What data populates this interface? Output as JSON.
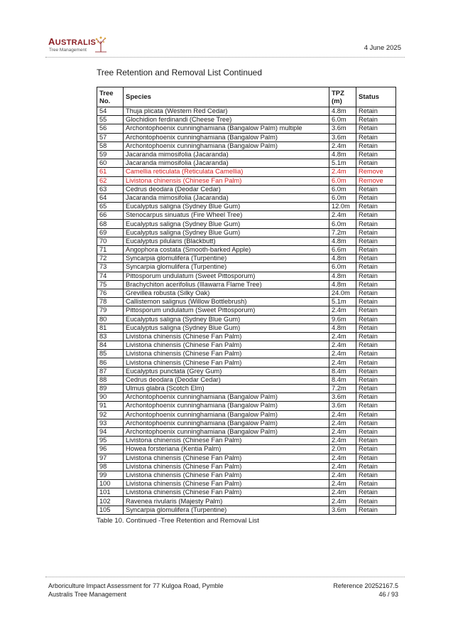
{
  "header": {
    "logo_title_cap": "A",
    "logo_title_rest": "USTRALIS",
    "logo_subtitle": "Tree Management",
    "date": "4 June 2025"
  },
  "section_title": "Tree Retention and Removal List Continued",
  "table": {
    "headers": {
      "tree_no_line1": "Tree",
      "tree_no_line2": "No.",
      "species": "Species",
      "tpz_line1": "TPZ",
      "tpz_line2": "(m)",
      "status": "Status"
    },
    "rows": [
      {
        "no": "54",
        "species": "Thuja plicata (Western Red Cedar)",
        "tpz": "4.8m",
        "status": "Retain"
      },
      {
        "no": "55",
        "species": "Glochidion ferdinandi (Cheese Tree)",
        "tpz": "6.0m",
        "status": "Retain"
      },
      {
        "no": "56",
        "species": "Archontophoenix cunninghamiana (Bangalow Palm) multiple",
        "tpz": "3.6m",
        "status": "Retain"
      },
      {
        "no": "57",
        "species": "Archontophoenix cunninghamiana (Bangalow Palm)",
        "tpz": "3.6m",
        "status": "Retain"
      },
      {
        "no": "58",
        "species": "Archontophoenix cunninghamiana (Bangalow Palm)",
        "tpz": "2.4m",
        "status": "Retain"
      },
      {
        "no": "59",
        "species": "Jacaranda mimosifolia (Jacaranda)",
        "tpz": "4.8m",
        "status": "Retain"
      },
      {
        "no": "60",
        "species": "Jacaranda mimosifolia (Jacaranda)",
        "tpz": "5.1m",
        "status": "Retain"
      },
      {
        "no": "61",
        "species": "Camellia reticulata (Reticulata Camellia)",
        "tpz": "2.4m",
        "status": "Remove"
      },
      {
        "no": "62",
        "species": "Livistona chinensis (Chinese Fan Palm)",
        "tpz": "6.0m",
        "status": "Remove"
      },
      {
        "no": "63",
        "species": "Cedrus deodara (Deodar Cedar)",
        "tpz": "6.0m",
        "status": "Retain"
      },
      {
        "no": "64",
        "species": "Jacaranda mimosifolia (Jacaranda)",
        "tpz": "6.0m",
        "status": "Retain"
      },
      {
        "no": "65",
        "species": "Eucalyptus saligna (Sydney Blue Gum)",
        "tpz": "12.0m",
        "status": "Retain"
      },
      {
        "no": "66",
        "species": "Stenocarpus sinuatus (Fire Wheel Tree)",
        "tpz": "2.4m",
        "status": "Retain"
      },
      {
        "no": "68",
        "species": "Eucalyptus saligna (Sydney Blue Gum)",
        "tpz": "6.0m",
        "status": "Retain"
      },
      {
        "no": "69",
        "species": "Eucalyptus saligna (Sydney Blue Gum)",
        "tpz": "7.2m",
        "status": "Retain"
      },
      {
        "no": "70",
        "species": "Eucalyptus pilularis (Blackbutt)",
        "tpz": "4.8m",
        "status": "Retain"
      },
      {
        "no": "71",
        "species": "Angophora costata (Smooth-barked Apple)",
        "tpz": "6.6m",
        "status": "Retain"
      },
      {
        "no": "72",
        "species": "Syncarpia glomulifera (Turpentine)",
        "tpz": "4.8m",
        "status": "Retain"
      },
      {
        "no": "73",
        "species": "Syncarpia glomulifera (Turpentine)",
        "tpz": "6.0m",
        "status": "Retain"
      },
      {
        "no": "74",
        "species": "Pittosporum undulatum (Sweet Pittosporum)",
        "tpz": "4.8m",
        "status": "Retain"
      },
      {
        "no": "75",
        "species": "Brachychiton acerifolius (Illawarra Flame Tree)",
        "tpz": "4.8m",
        "status": "Retain"
      },
      {
        "no": "76",
        "species": "Grevillea robusta (Silky Oak)",
        "tpz": "24.0m",
        "status": "Retain"
      },
      {
        "no": "78",
        "species": "Callistemon salignus (Willow Bottlebrush)",
        "tpz": "5.1m",
        "status": "Retain"
      },
      {
        "no": "79",
        "species": "Pittosporum undulatum (Sweet Pittosporum)",
        "tpz": "2.4m",
        "status": "Retain"
      },
      {
        "no": "80",
        "species": "Eucalyptus saligna (Sydney Blue Gum)",
        "tpz": "9.6m",
        "status": "Retain"
      },
      {
        "no": "81",
        "species": "Eucalyptus saligna (Sydney Blue Gum)",
        "tpz": "4.8m",
        "status": "Retain"
      },
      {
        "no": "83",
        "species": "Livistona chinensis (Chinese Fan Palm)",
        "tpz": "2.4m",
        "status": "Retain"
      },
      {
        "no": "84",
        "species": "Livistona chinensis (Chinese Fan Palm)",
        "tpz": "2.4m",
        "status": "Retain"
      },
      {
        "no": "85",
        "species": "Livistona chinensis (Chinese Fan Palm)",
        "tpz": "2.4m",
        "status": "Retain"
      },
      {
        "no": "86",
        "species": "Livistona chinensis (Chinese Fan Palm)",
        "tpz": "2.4m",
        "status": "Retain"
      },
      {
        "no": "87",
        "species": "Eucalyptus punctata (Grey Gum)",
        "tpz": "8.4m",
        "status": "Retain"
      },
      {
        "no": "88",
        "species": "Cedrus deodara (Deodar Cedar)",
        "tpz": "8.4m",
        "status": "Retain"
      },
      {
        "no": "89",
        "species": "Ulmus glabra (Scotch Elm)",
        "tpz": "7.2m",
        "status": "Retain"
      },
      {
        "no": "90",
        "species": "Archontophoenix cunninghamiana (Bangalow Palm)",
        "tpz": "3.6m",
        "status": "Retain"
      },
      {
        "no": "91",
        "species": "Archontophoenix cunninghamiana (Bangalow Palm)",
        "tpz": "3.6m",
        "status": "Retain"
      },
      {
        "no": "92",
        "species": "Archontophoenix cunninghamiana (Bangalow Palm)",
        "tpz": "2.4m",
        "status": "Retain"
      },
      {
        "no": "93",
        "species": "Archontophoenix cunninghamiana (Bangalow Palm)",
        "tpz": "2.4m",
        "status": "Retain"
      },
      {
        "no": "94",
        "species": "Archontophoenix cunninghamiana (Bangalow Palm)",
        "tpz": "2.4m",
        "status": "Retain"
      },
      {
        "no": "95",
        "species": "Livistona chinensis (Chinese Fan Palm)",
        "tpz": "2.4m",
        "status": "Retain"
      },
      {
        "no": "96",
        "species": "Howea forsteriana (Kentia Palm)",
        "tpz": "2.0m",
        "status": "Retain"
      },
      {
        "no": "97",
        "species": "Livistona chinensis (Chinese Fan Palm)",
        "tpz": "2.4m",
        "status": "Retain"
      },
      {
        "no": "98",
        "species": "Livistona chinensis (Chinese Fan Palm)",
        "tpz": "2.4m",
        "status": "Retain"
      },
      {
        "no": "99",
        "species": "Livistona chinensis (Chinese Fan Palm)",
        "tpz": "2.4m",
        "status": "Retain"
      },
      {
        "no": "100",
        "species": "Livistona chinensis (Chinese Fan Palm)",
        "tpz": "2.4m",
        "status": "Retain"
      },
      {
        "no": "101",
        "species": "Livistona chinensis (Chinese Fan Palm)",
        "tpz": "2.4m",
        "status": "Retain"
      },
      {
        "no": "102",
        "species": "Ravenea rivularis (Majesty Palm)",
        "tpz": "2.4m",
        "status": "Retain"
      },
      {
        "no": "105",
        "species": "Syncarpia glomulifera (Turpentine)",
        "tpz": "3.6m",
        "status": "Retain"
      }
    ]
  },
  "caption": "Table 10. Continued -Tree Retention and Removal List",
  "footer": {
    "left_line1": "Arboriculture Impact Assessment for 77 Kulgoa Road, Pymble",
    "left_line2": "Australis Tree Management",
    "right_line1": "Reference 20252167.5",
    "right_line2": "46 / 93"
  },
  "colors": {
    "brand": "#8b1f24",
    "remove": "#d42020"
  }
}
